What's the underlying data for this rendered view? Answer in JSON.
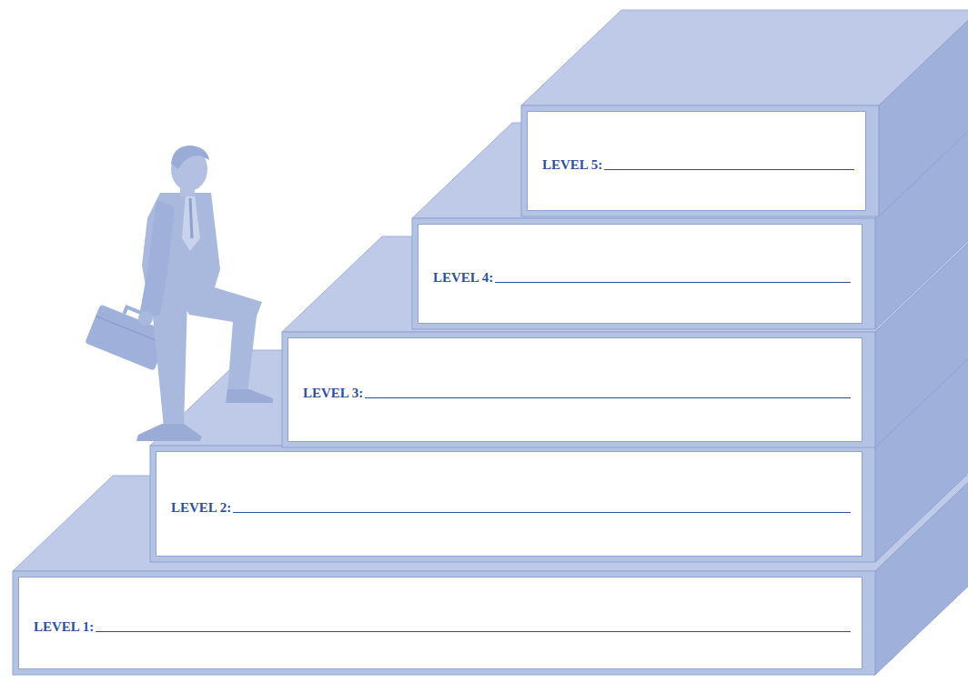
{
  "diagram": {
    "nodes": [
      {
        "text": [
          "LEVEL 5:"
        ]
      },
      {
        "text": [
          "LEVEL 4:"
        ]
      },
      {
        "text": [
          "LEVEL 3:"
        ]
      },
      {
        "text": [
          "LEVEL 2:"
        ]
      },
      {
        "text": [
          "LEVEL 1:"
        ]
      }
    ]
  }
}
